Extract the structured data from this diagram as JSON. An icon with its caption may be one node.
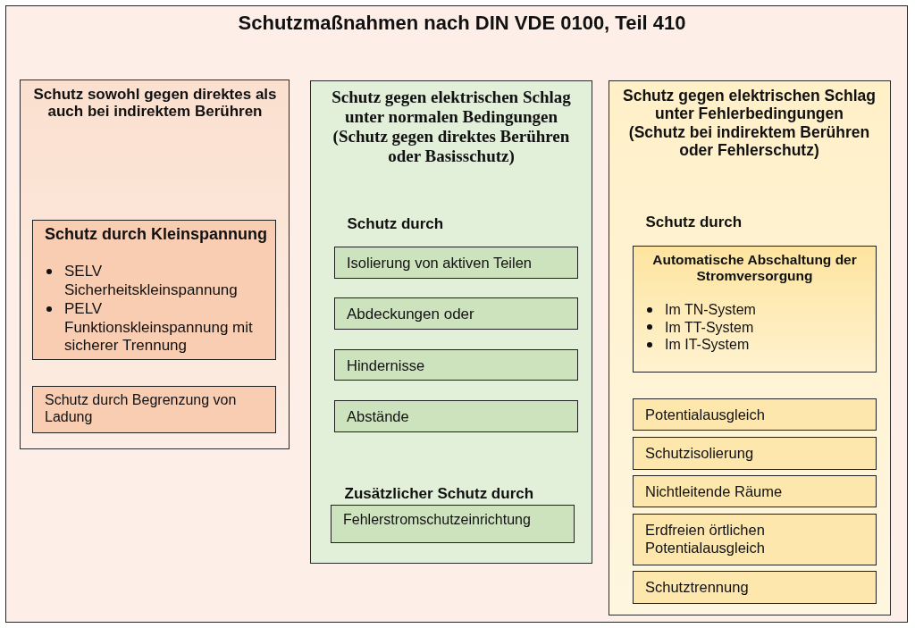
{
  "diagram": {
    "title": "Schutzmaßnahmen nach DIN VDE 0100, Teil 410",
    "nodes": [
      {
        "text": [
          "Schutz sowohl gegen direktes als auch bei indirektem Berühren"
        ]
      },
      {
        "text": [
          "Schutz durch Kleinspannung",
          "SELV Sicherheitskleinspannung",
          "PELV Funktionskleinspannung mit sicherer Trennung"
        ],
        "in": 0
      },
      {
        "text": [
          "Schutz durch Begrenzung von Ladung"
        ],
        "in": 0
      },
      {
        "text": [
          "Schutz gegen elektrischen Schlag unter normalen Bedingungen",
          "(Schutz gegen direktes Berühren oder Basisschutz)",
          "Schutz durch",
          "Zusätzlicher Schutz durch"
        ]
      },
      {
        "text": [
          "Isolierung von aktiven Teilen"
        ],
        "in": 3
      },
      {
        "text": [
          "Abdeckungen oder"
        ],
        "in": 3
      },
      {
        "text": [
          "Hindernisse"
        ],
        "in": 3
      },
      {
        "text": [
          "Abstände"
        ],
        "in": 3
      },
      {
        "text": [
          "Fehlerstromschutzeinrichtung"
        ],
        "in": 3
      },
      {
        "text": [
          "Schutz gegen elektrischen Schlag unter Fehlerbedingungen",
          "(Schutz bei indirektem Berühren oder Fehlerschutz)",
          "Schutz durch"
        ]
      },
      {
        "text": [
          "Automatische Abschaltung der Stromversorgung",
          "Im TN-System",
          "Im TT-System",
          "Im IT-System"
        ],
        "in": 9
      },
      {
        "text": [
          "Potentialausgleich"
        ],
        "in": 9
      },
      {
        "text": [
          "Schutzisolierung"
        ],
        "in": 9
      },
      {
        "text": [
          "Nichtleitende Räume"
        ],
        "in": 9
      },
      {
        "text": [
          "Erdfreien örtlichen Potentialausgleich"
        ],
        "in": 9
      },
      {
        "text": [
          "Schutztrennung"
        ],
        "in": 9
      }
    ]
  }
}
